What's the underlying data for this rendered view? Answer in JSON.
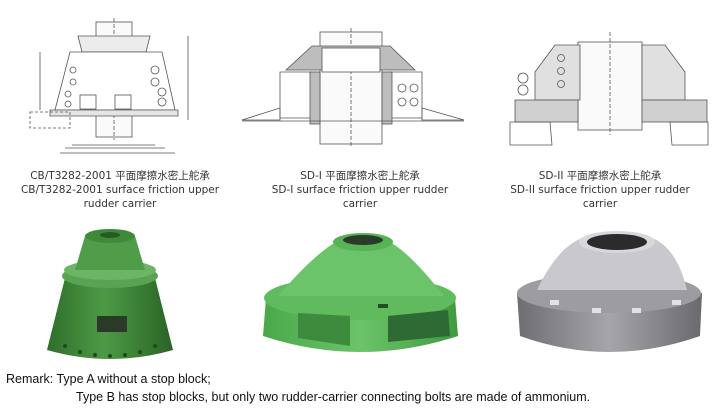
{
  "products": [
    {
      "drawing_icon": "technical-drawing-cb-t3282",
      "caption_cn": "CB/T3282-2001 平面摩擦水密上舵承",
      "caption_en_1": "CB/T3282-2001 surface friction upper",
      "caption_en_2": "rudder carrier",
      "photo_color": "#3f8a3a"
    },
    {
      "drawing_icon": "technical-drawing-sd-i",
      "caption_cn": "SD-I 平面摩擦水密上舵承",
      "caption_en_1": "SD-I surface friction upper rudder",
      "caption_en_2": "carrier",
      "photo_color": "#5bb85a"
    },
    {
      "drawing_icon": "technical-drawing-sd-ii",
      "caption_cn": "SD-II 平面摩擦水密上舵承",
      "caption_en_1": "SD-II  surface friction upper rudder",
      "caption_en_2": "carrier",
      "photo_color": "#9a9a9e"
    }
  ],
  "remark": {
    "line1": "Remark: Type A without a stop block;",
    "line2": "Type B has stop blocks, but only two rudder-carrier connecting bolts are made of ammonium."
  }
}
